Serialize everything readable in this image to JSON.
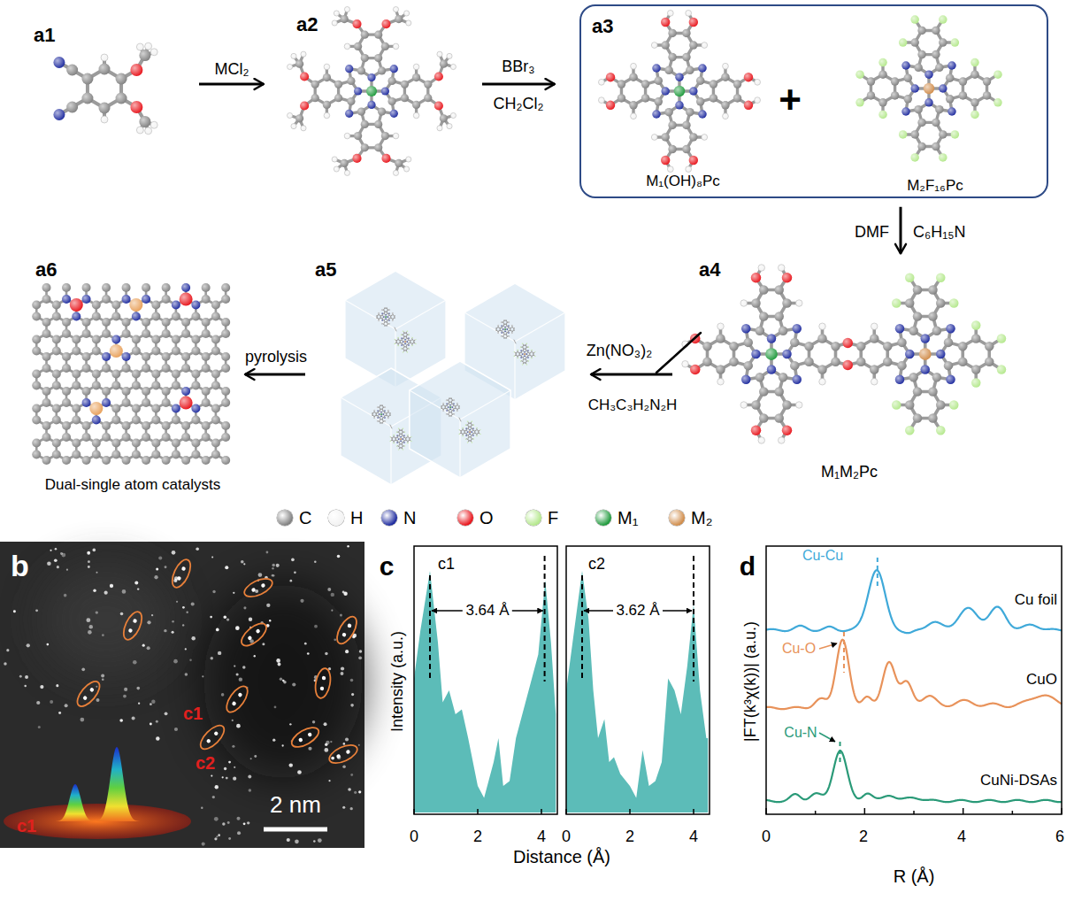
{
  "diagram": {
    "nodes": [
      {
        "text": [
          "a1"
        ]
      },
      {
        "text": [
          "a2"
        ]
      },
      {
        "text": [
          "a3",
          "M₁(OH)₈Pc",
          "M₂F₁₆Pc"
        ]
      },
      {
        "text": [
          "a4",
          "M₁M₂Pc"
        ]
      },
      {
        "text": [
          "a5"
        ]
      },
      {
        "text": [
          "a6",
          "Dual-single atom catalysts"
        ]
      }
    ],
    "edges": [
      {
        "from": 0,
        "to": 1,
        "arrow": "to",
        "label": "MCl₂"
      },
      {
        "from": 1,
        "to": 2,
        "arrow": "to",
        "label": "BBr₃"
      },
      {
        "from": 2,
        "to": 3,
        "arrow": "to",
        "label": "DMF"
      },
      {
        "from": 3,
        "to": 4,
        "arrow": "to",
        "label": "CH₃C₃H₂N₂H"
      },
      {
        "from": 4,
        "to": 5,
        "arrow": "to",
        "label": "pyrolysis"
      }
    ],
    "labels": [
      "CH₂Cl₂",
      "C₆H₁₅N",
      "Zn(NO₃)₂",
      "+",
      "b",
      "c1",
      "c2",
      "c1",
      "2 nm",
      "c",
      "c1",
      "3.64 Å",
      "c2",
      "3.62 Å",
      "Intensity (a.u.)",
      "0",
      "2",
      "4",
      "0",
      "2",
      "4",
      "Distance (Å)",
      "d",
      "Cu-Cu",
      "Cu-O",
      "Cu-N",
      "Cu foil",
      "CuO",
      "CuNi-DSAs",
      "|FT(k³χ(k))| (a.u.)",
      "0",
      "2",
      "4",
      "6",
      "R (Å)"
    ],
    "legend": [
      {
        "text": "C",
        "color": "#808080"
      },
      {
        "text": "H",
        "color": "#f2f2f2"
      },
      {
        "text": "N",
        "color": "#1d2a9e"
      },
      {
        "text": "O",
        "color": "#e8141b"
      },
      {
        "text": "F",
        "color": "#b4e88c"
      },
      {
        "text": "M₁",
        "color": "#1f9a3c"
      },
      {
        "text": "M₂",
        "color": "#d08c4a"
      }
    ]
  }
}
